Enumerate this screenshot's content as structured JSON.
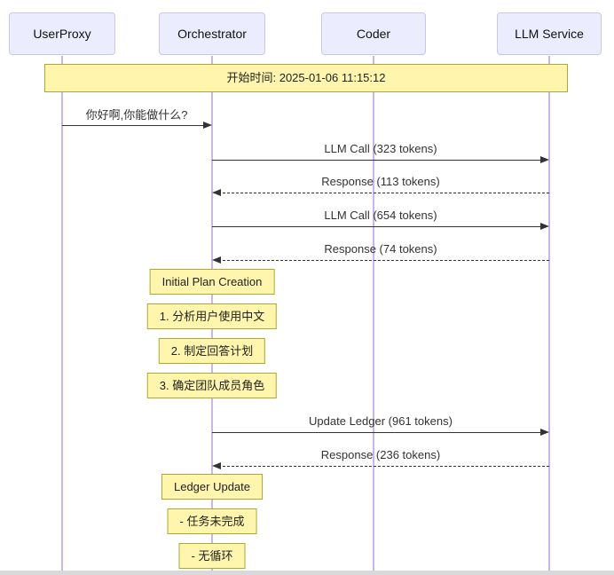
{
  "diagram_type": "sequence-diagram",
  "participants": [
    {
      "name": "UserProxy"
    },
    {
      "name": "Orchestrator"
    },
    {
      "name": "Coder"
    },
    {
      "name": "LLM Service"
    }
  ],
  "start_note": {
    "text": "开始时间: 2025-01-06 11:15:12"
  },
  "messages": [
    {
      "label": "你好啊,你能做什么?",
      "from": "UserProxy",
      "to": "Orchestrator",
      "style": "solid"
    },
    {
      "label": "LLM Call (323 tokens)",
      "from": "Orchestrator",
      "to": "LLM Service",
      "style": "solid"
    },
    {
      "label": "Response (113 tokens)",
      "from": "LLM Service",
      "to": "Orchestrator",
      "style": "dashed"
    },
    {
      "label": "LLM Call (654 tokens)",
      "from": "Orchestrator",
      "to": "LLM Service",
      "style": "solid"
    },
    {
      "label": "Response (74 tokens)",
      "from": "LLM Service",
      "to": "Orchestrator",
      "style": "dashed"
    },
    {
      "label": "Update Ledger (961 tokens)",
      "from": "Orchestrator",
      "to": "LLM Service",
      "style": "solid"
    },
    {
      "label": "Response (236 tokens)",
      "from": "LLM Service",
      "to": "Orchestrator",
      "style": "dashed"
    }
  ],
  "notes": [
    {
      "text": "Initial Plan Creation"
    },
    {
      "text": "1. 分析用户使用中文"
    },
    {
      "text": "2. 制定回答计划"
    },
    {
      "text": "3. 确定团队成员角色"
    },
    {
      "text": "Ledger Update"
    },
    {
      "text": "- 任务未完成"
    },
    {
      "text": "- 无循环"
    }
  ],
  "colors": {
    "actor_fill": "#ECECFF",
    "actor_border": "#C8C8E8",
    "note_fill": "#FFF5AD",
    "note_border": "#AAAA33",
    "lifeline": "#C9B5E8",
    "arrow_and_text": "#333333"
  }
}
